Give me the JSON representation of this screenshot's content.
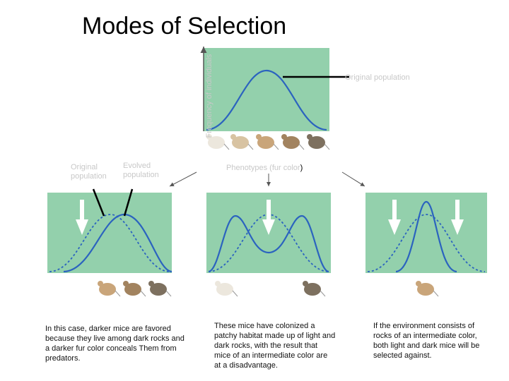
{
  "title": "Modes of Selection",
  "top": {
    "y_axis_label": "Frequency of individuals",
    "x_axis_label_prefix": "Phenotypes (fur color",
    "x_axis_label_suffix": ")",
    "curve_label": "Original population"
  },
  "left": {
    "label_original": "Original population",
    "label_evolved": "Evolved population",
    "caption": "In this case, darker mice are favored because they live among dark rocks and a darker fur color conceals Them from predators."
  },
  "middle": {
    "caption": "These mice have colonized a patchy habitat made up of light and dark rocks, with the result that mice of an intermediate color are at a disadvantage."
  },
  "right": {
    "caption": "If the environment consists of rocks of an intermediate color, both light and dark mice will be selected against."
  },
  "colors": {
    "panel_fill": "#93d0ac",
    "curve": "#2b63bf",
    "text_faint": "#c8c8c8",
    "text": "#111111"
  }
}
